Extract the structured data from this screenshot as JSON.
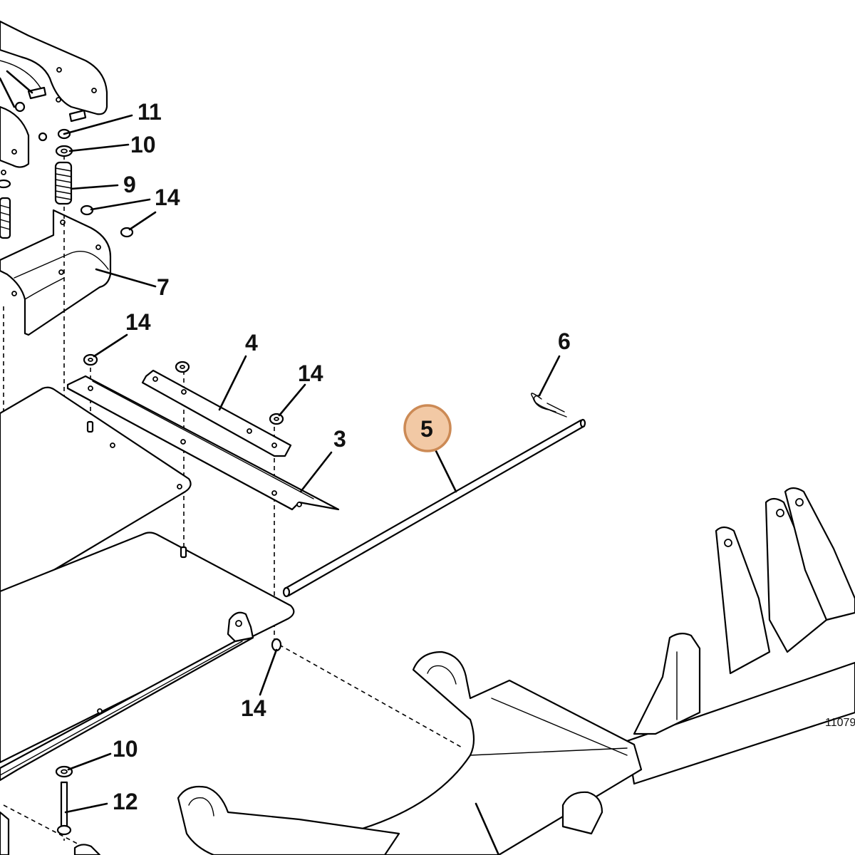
{
  "callouts": {
    "c11": "11",
    "c10_top": "10",
    "c9": "9",
    "c14_a": "14",
    "c7": "7",
    "c14_b": "14",
    "c4": "4",
    "c14_c": "14",
    "c3": "3",
    "c6": "6",
    "c5": "5",
    "c14_d": "14",
    "c10_bottom": "10",
    "c12": "12"
  },
  "highlighted_callout": "5",
  "document_number": "11079",
  "colors": {
    "highlight_fill": "#f2c9a5",
    "highlight_stroke": "#cc8a55",
    "line": "#000000"
  }
}
